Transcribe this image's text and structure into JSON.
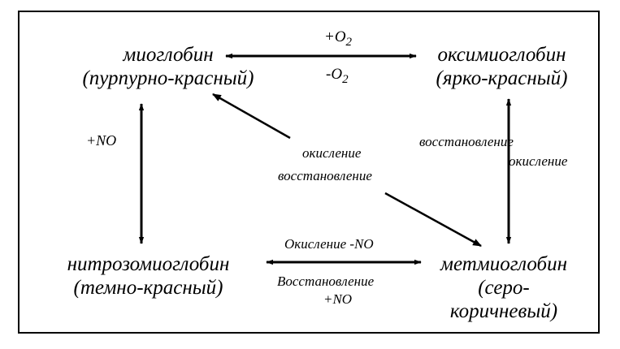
{
  "nodes": {
    "myoglobin": {
      "name": "миоглобин",
      "color": "(пурпурно-красный)"
    },
    "oxymyoglobin": {
      "name": "оксимиоглобин",
      "color": "(ярко-красный)"
    },
    "nitrosomyoglobin": {
      "name": "нитрозомиоглобин",
      "color": "(темно-красный)"
    },
    "metmyoglobin": {
      "name": "метмиоглобин",
      "color_line1": "(серо-",
      "color_line2": "коричневый)"
    }
  },
  "edges": {
    "top": {
      "above": "+O",
      "above_sub": "2",
      "below": "-O",
      "below_sub": "2"
    },
    "left": {
      "label": "+NO"
    },
    "right": {
      "label1": "восстановление",
      "label2": "окисление"
    },
    "diagonal": {
      "label1": "окисление",
      "label2": "восстановление"
    },
    "bottom": {
      "above": "Окисление -NO",
      "below1": "Восстановление",
      "below2": "+NO"
    }
  }
}
